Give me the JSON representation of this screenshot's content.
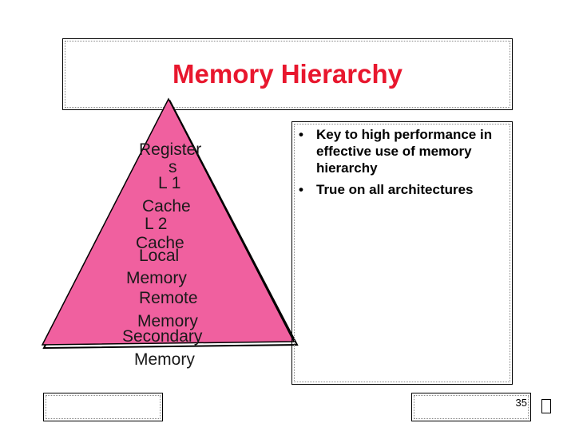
{
  "slide": {
    "title": "Memory Hierarchy",
    "slide_number": "35"
  },
  "pyramid": {
    "fill_color": "#f0609f",
    "labels": {
      "registers_line1": "Register",
      "registers_line2": "s",
      "l1_line1": "L 1",
      "l1_line2": "Cache",
      "l2_line1": "L 2",
      "l2_line2": "Cache",
      "local_line1": "Local",
      "local_line2": "Memory",
      "remote_line1": "Remote",
      "remote_line2": "Memory",
      "secondary_line1": "Secondary",
      "secondary_line2": "Memory"
    }
  },
  "bullets": [
    "Key to high performance in effective use of memory hierarchy",
    "True on all architectures"
  ],
  "colors": {
    "title": "#e8172e",
    "pyramid_fill": "#f0609f"
  }
}
